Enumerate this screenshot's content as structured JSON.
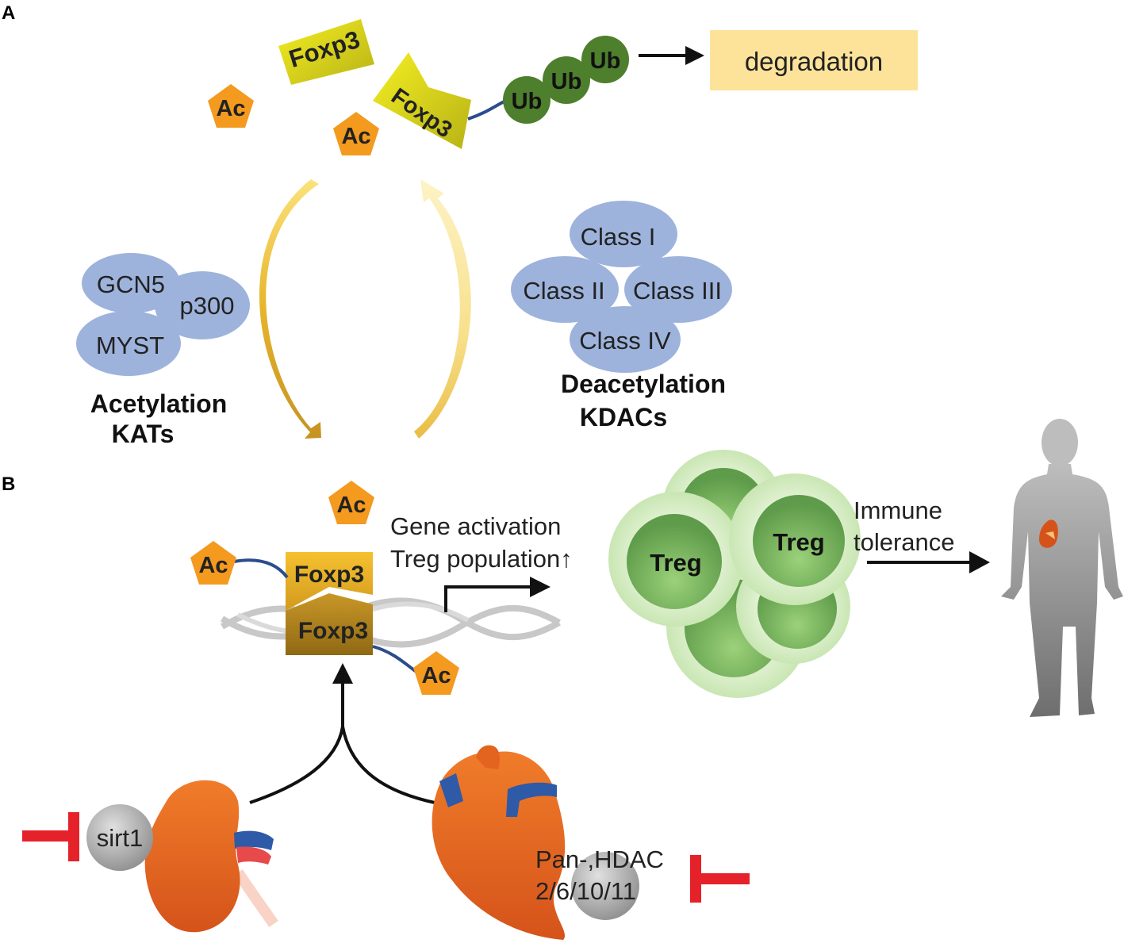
{
  "panels": {
    "a": "A",
    "b": "B"
  },
  "panel_a": {
    "foxp3_label": "Foxp3",
    "ac_label": "Ac",
    "ub_label": "Ub",
    "degradation_label": "degradation",
    "kats": [
      "GCN5",
      "p300",
      "MYST"
    ],
    "kats_caption": [
      "Acetylation",
      "KATs"
    ],
    "kdacs": [
      "Class I",
      "Class II",
      "Class III",
      "Class IV"
    ],
    "kdacs_caption": [
      "Deacetylation",
      "KDACs"
    ]
  },
  "panel_b": {
    "foxp3_label": "Foxp3",
    "ac_label": "Ac",
    "gene_activation": "Gene activation",
    "treg_population": "Treg population↑",
    "treg_label": "Treg",
    "immune_tolerance": [
      "Immune",
      "tolerance"
    ],
    "sirt1_label": "sirt1",
    "hdac_label": [
      "Pan-,HDAC",
      "2/6/10/11"
    ]
  },
  "colors": {
    "orange": "#f39a1f",
    "blue_protein": "#9db3dc",
    "ub_green": "#4d7f2d",
    "degradation_bg": "#fde39a",
    "inhibitor_red": "#e52229",
    "organ_orange": "#e2641f"
  }
}
